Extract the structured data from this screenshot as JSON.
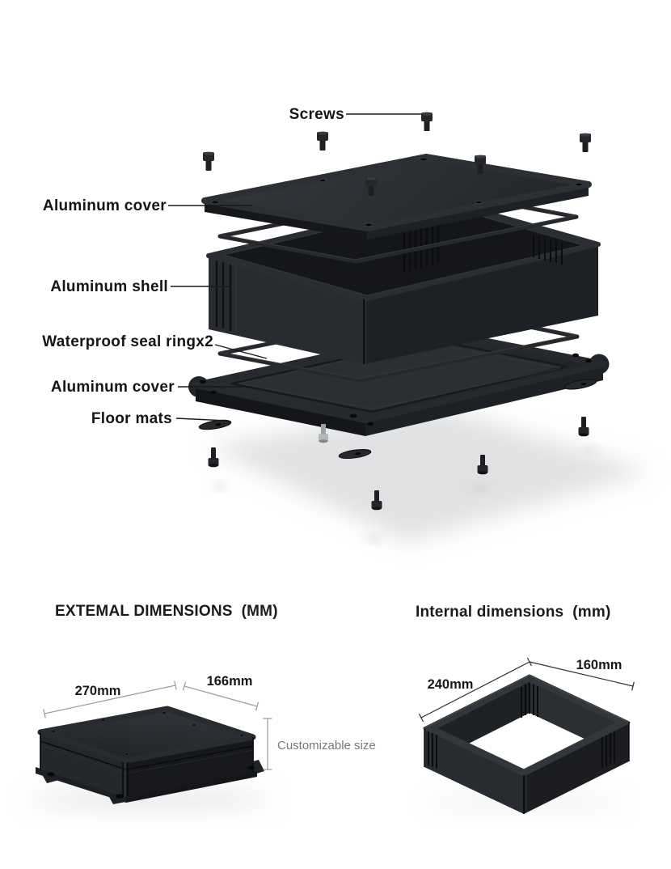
{
  "exploded_view": {
    "labels": {
      "screws": "Screws",
      "aluminum_cover_top": "Aluminum cover",
      "aluminum_shell": "Aluminum shell",
      "waterproof_seal_ring": "Waterproof seal ringx2",
      "aluminum_cover_bottom": "Aluminum cover",
      "floor_mats": "Floor mats"
    }
  },
  "external_dimensions": {
    "title": "EXTEMAL DIMENSIONS  (MM)",
    "length_label": "270mm",
    "width_label": "166mm",
    "height_note": "Customizable size"
  },
  "internal_dimensions": {
    "title": "Internal dimensions  (mm)",
    "length_label": "240mm",
    "width_label": "160mm"
  },
  "colors": {
    "background": "#ffffff",
    "part_dark": "#1b1d20",
    "part_mid": "#26292d",
    "part_light": "#33373c",
    "label_text": "#151515",
    "dim_line_gray": "#9aa0a4",
    "dim_line_dark": "#2e2e2e",
    "note_gray": "#75797d",
    "screw_silver": "#b4b7ba"
  }
}
